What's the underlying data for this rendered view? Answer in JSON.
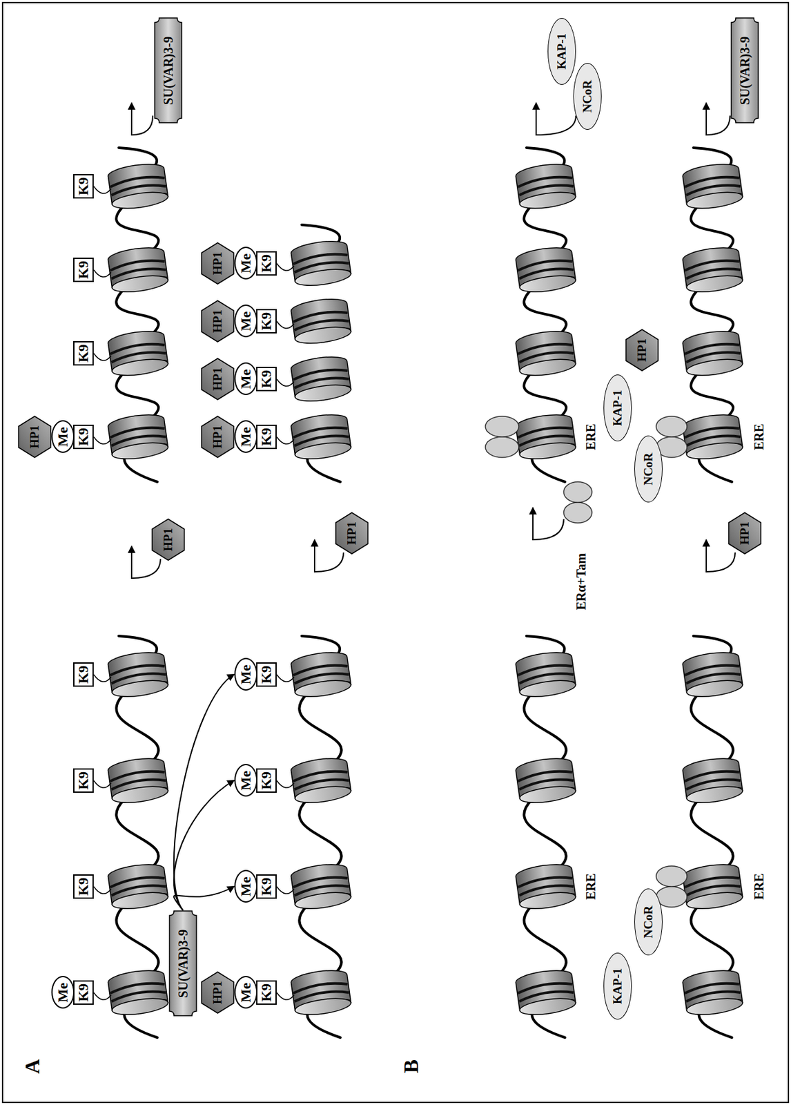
{
  "diagram": {
    "nodes": [
      {
        "text": [
          "Me"
        ]
      },
      {
        "text": [
          "K9"
        ]
      },
      {
        "text": [
          "K9"
        ]
      },
      {
        "text": [
          "K9"
        ]
      },
      {
        "text": [
          "K9"
        ]
      },
      {
        "text": [
          "HP1"
        ]
      },
      {
        "text": [
          "HP1"
        ]
      },
      {
        "text": [
          "Me"
        ]
      },
      {
        "text": [
          "K9"
        ]
      },
      {
        "text": [
          "K9"
        ]
      },
      {
        "text": [
          "K9"
        ]
      },
      {
        "text": [
          "K9"
        ]
      },
      {
        "text": [
          "SU(VAR)3-9"
        ]
      },
      {
        "text": [
          "SU(VAR)3-9"
        ]
      },
      {
        "text": [
          "HP1"
        ]
      },
      {
        "text": [
          "Me"
        ]
      },
      {
        "text": [
          "K9"
        ]
      },
      {
        "text": [
          "Me"
        ]
      },
      {
        "text": [
          "K9"
        ]
      },
      {
        "text": [
          "Me"
        ]
      },
      {
        "text": [
          "K9"
        ]
      },
      {
        "text": [
          "Me"
        ]
      },
      {
        "text": [
          "K9"
        ]
      },
      {
        "text": [
          "HP1"
        ]
      },
      {
        "text": [
          "HP1"
        ]
      },
      {
        "text": [
          "Me"
        ]
      },
      {
        "text": [
          "K9"
        ]
      },
      {
        "text": [
          "HP1"
        ]
      },
      {
        "text": [
          "Me"
        ]
      },
      {
        "text": [
          "K9"
        ]
      },
      {
        "text": [
          "HP1"
        ]
      },
      {
        "text": [
          "Me"
        ]
      },
      {
        "text": [
          "K9"
        ]
      },
      {
        "text": [
          "HP1"
        ]
      },
      {
        "text": [
          "Me"
        ]
      },
      {
        "text": [
          "K9"
        ]
      },
      {
        "text": [
          "NCoR"
        ]
      },
      {
        "text": [
          "KAP-1"
        ]
      },
      {
        "text": [
          "NCoR"
        ]
      },
      {
        "text": [
          "KAP-1"
        ]
      },
      {
        "text": [
          "HP1"
        ]
      },
      {
        "text": [
          "NCoR"
        ]
      },
      {
        "text": [
          "KAP-1"
        ]
      },
      {
        "text": [
          "HP1"
        ]
      },
      {
        "text": [
          "SU(VAR)3-9"
        ]
      }
    ],
    "edges": [
      {
        "from": 13,
        "to": 17,
        "arrow": "to"
      },
      {
        "from": 13,
        "to": 19,
        "arrow": "to"
      },
      {
        "from": 13,
        "to": 21,
        "arrow": "to"
      }
    ],
    "labels": [
      "A",
      "B",
      "ERE",
      "ERα+Tam",
      "ERE",
      "ERE",
      "ERE"
    ]
  }
}
